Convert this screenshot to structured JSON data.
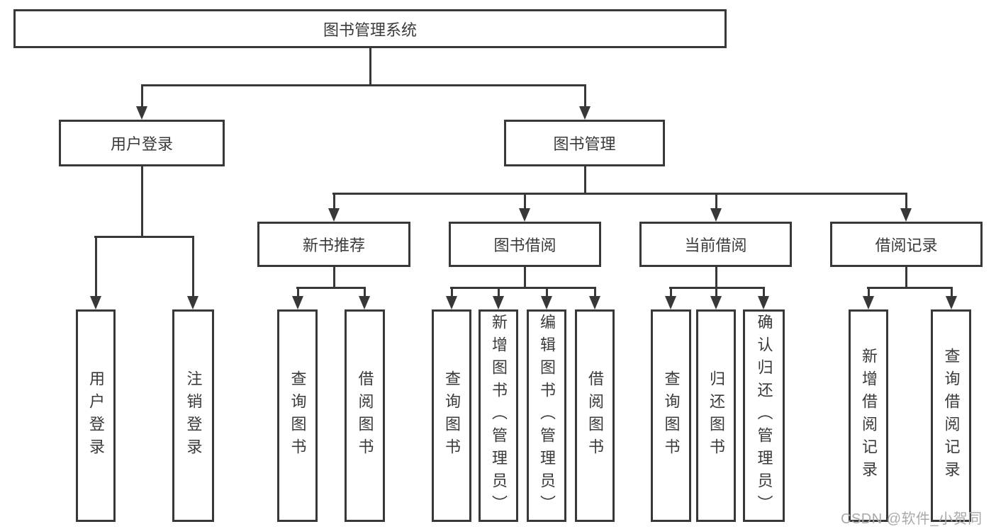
{
  "diagram": {
    "root": "图书管理系统",
    "branches": [
      {
        "label": "用户登录",
        "children": [
          "用户登录",
          "注销登录"
        ]
      },
      {
        "label": "图书管理",
        "children": [
          {
            "label": "新书推荐",
            "children": [
              "查询图书",
              "借阅图书"
            ]
          },
          {
            "label": "图书借阅",
            "children": [
              "查询图书",
              "新增图书（管理员）",
              "编辑图书（管理员）",
              "借阅图书"
            ]
          },
          {
            "label": "当前借阅",
            "children": [
              "查询图书",
              "归还图书",
              "确认归还（管理员）"
            ]
          },
          {
            "label": "借阅记录",
            "children": [
              "新增借阅记录",
              "查询借阅记录"
            ]
          }
        ]
      }
    ]
  },
  "watermark": {
    "text": "CSDN @软件_小贺同学"
  },
  "colors": {
    "line": "#383838",
    "box_border": "#383838",
    "box_background": "#ffffff",
    "text": "#3a3a3a",
    "watermark": "#a9a9a9"
  }
}
